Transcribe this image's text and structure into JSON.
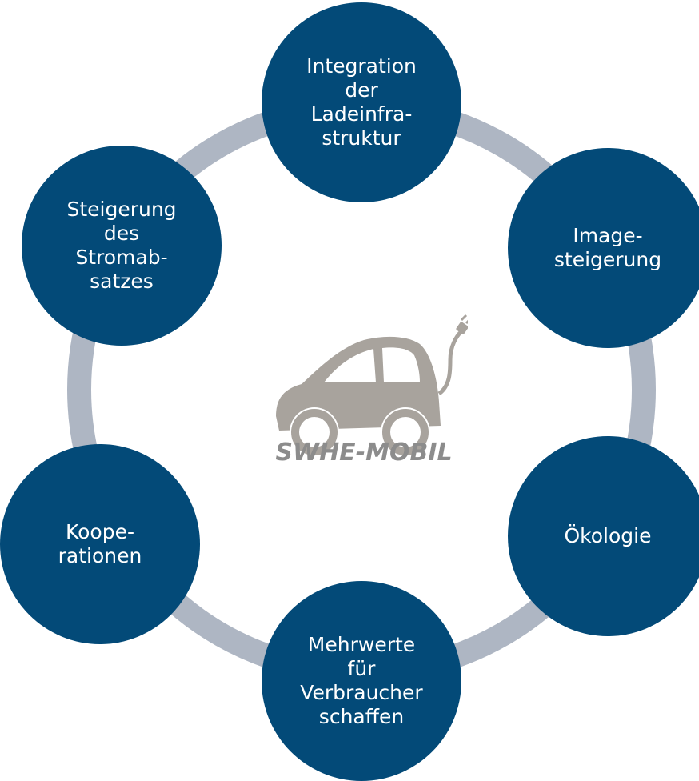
{
  "colors": {
    "node_fill": "#034a78",
    "ring": "#aeb6c3",
    "logo_gray": "#8c8c8c",
    "logo_fill": "#a8a39d"
  },
  "nodes": {
    "top": "Integration\nder\nLadeinfra-\nstruktur",
    "upper_right": "Image-\nsteigerung",
    "lower_right": "Ökologie",
    "bottom": "Mehrwerte\nfür\nVerbraucher\nschaffen",
    "lower_left": "Koope-\nrationen",
    "upper_left": "Steigerung\ndes\nStromab-\nsatzes"
  },
  "logo": {
    "icon": "electric-car-plug-icon",
    "text": "SWHE-MOBIL"
  }
}
